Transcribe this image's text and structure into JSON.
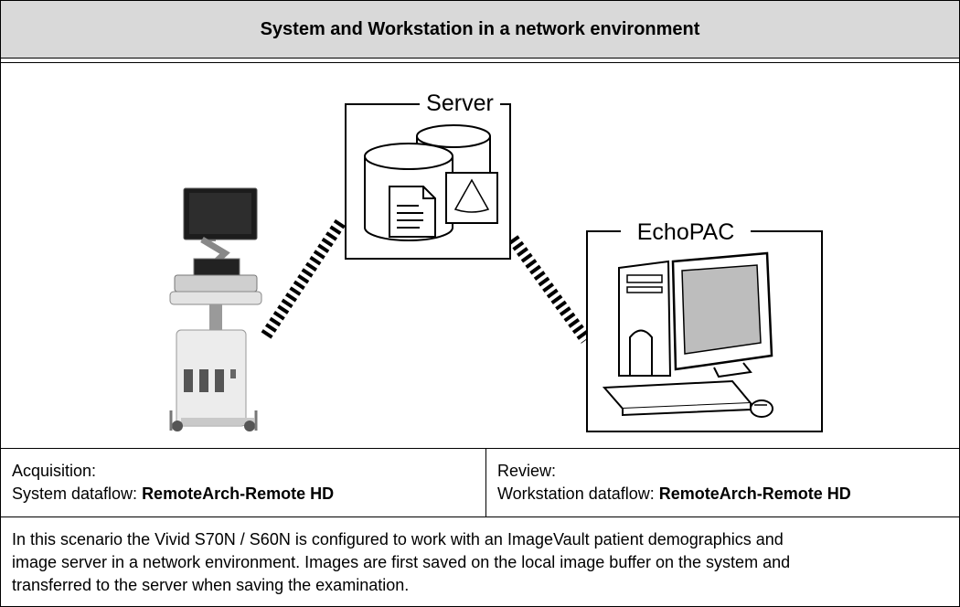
{
  "header": {
    "title": "System and Workstation in a network environment"
  },
  "figure": {
    "server_label": "Server",
    "echopac_label": "EchoPAC"
  },
  "acquisition": {
    "label": "Acquisition:",
    "dataflow_prefix": "System dataflow: ",
    "dataflow_value": "RemoteArch-Remote HD"
  },
  "review": {
    "label": "Review:",
    "dataflow_prefix": "Workstation dataflow: ",
    "dataflow_value": "RemoteArch-Remote HD"
  },
  "description": {
    "line1": "In this scenario the Vivid S70N / S60N is configured to work with an ImageVault patient demographics and",
    "line2": "image server in a network environment. Images are first saved on the local image buffer on the system and",
    "line3": "transferred to the server when saving the examination."
  }
}
